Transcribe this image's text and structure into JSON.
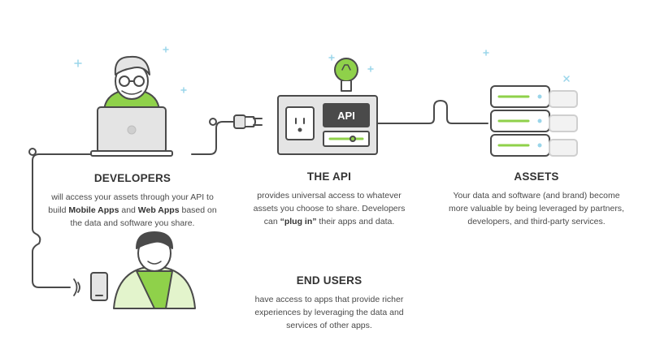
{
  "colors": {
    "stroke": "#4a4a4a",
    "accent": "#8fd14a",
    "accent_light": "#e3f4cc",
    "gray_fill": "#e4e4e4",
    "sparkle": "#9ad5ea"
  },
  "developers": {
    "title": "DEVELOPERS",
    "line1": "will access your assets through your API to",
    "line2_pre": "build ",
    "line2_b1": "Mobile Apps",
    "line2_mid": " and ",
    "line2_b2": "Web Apps",
    "line2_post": " based on",
    "line3": "the data and software you share."
  },
  "api": {
    "title": "THE API",
    "screen_label": "API",
    "line1": "provides universal access to whatever",
    "line2": "assets you choose to share. Developers",
    "line3_pre": "can ",
    "line3_b": "“plug in”",
    "line3_post": " their apps and data."
  },
  "assets": {
    "title": "ASSETS",
    "line1": "Your data and software (and brand) become",
    "line2": "more valuable by being leveraged by partners,",
    "line3": "developers, and third-party services."
  },
  "end_users": {
    "title": "END USERS",
    "line1": "have access to apps that provide richer",
    "line2": "experiences by leveraging the data and",
    "line3": "services of other apps."
  },
  "icons": [
    "developer-illustration",
    "laptop-icon",
    "plug-icon",
    "api-box-icon",
    "lightbulb-icon",
    "server-stack-icon",
    "end-user-illustration",
    "phone-icon",
    "signal-waves-icon",
    "sparkle-icon"
  ]
}
